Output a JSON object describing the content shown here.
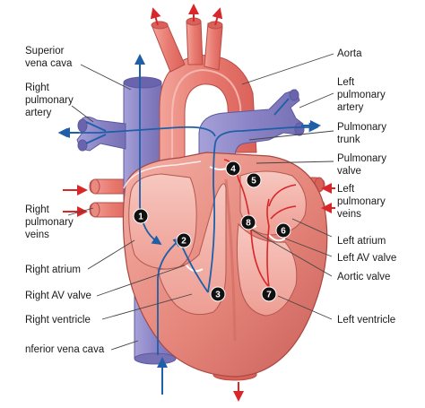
{
  "labels": {
    "superior_vena_cava": "Superior\nvena cava",
    "right_pulmonary_artery": "Right\npulmonary\nartery",
    "right_pulmonary_veins": "Right\npulmonary\nveins",
    "right_atrium": "Right atrium",
    "right_av_valve": "Right AV valve",
    "right_ventricle": "Right ventricle",
    "inferior_vena_cava": "nferior vena cava",
    "aorta": "Aorta",
    "left_pulmonary_artery": "Left\npulmonary\nartery",
    "pulmonary_trunk": "Pulmonary\ntrunk",
    "pulmonary_valve": "Pulmonary\nvalve",
    "left_pulmonary_veins": "Left\npulmonary\nveins",
    "left_atrium": "Left atrium",
    "left_av_valve": "Left AV valve",
    "aortic_valve": "Aortic valve",
    "left_ventricle": "Left ventricle"
  },
  "steps": [
    "1",
    "2",
    "3",
    "4",
    "5",
    "6",
    "7",
    "8"
  ],
  "colors": {
    "deoxygenated": "#8c86c8",
    "oxygenated": "#e8736c",
    "heart_muscle": "#e58a80",
    "flow_arrow_blue": "#1f5fa8",
    "flow_arrow_red": "#d8262a",
    "badge": "#111111"
  }
}
